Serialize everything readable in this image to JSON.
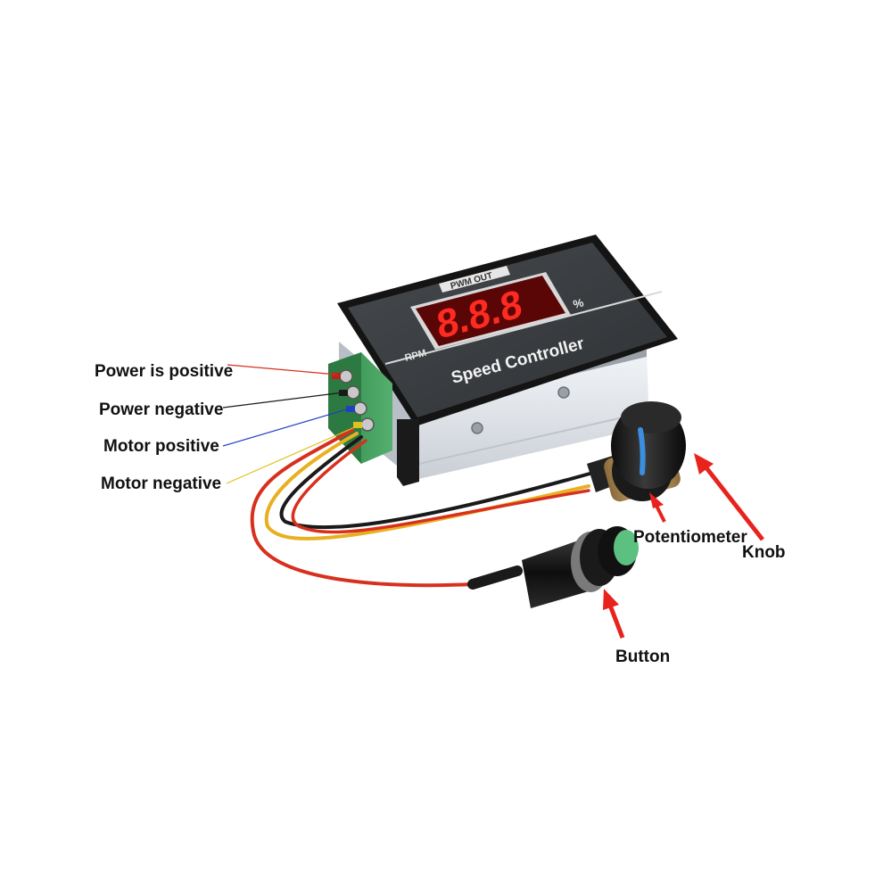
{
  "panel": {
    "pwm_label": "PWM OUT",
    "percent_symbol": "%",
    "rpm_label": "RPM",
    "title": "Speed Controller",
    "display_digits": "8.8.8"
  },
  "callouts": {
    "power_positive": "Power is positive",
    "power_negative": "Power negative",
    "motor_positive": "Motor positive",
    "motor_negative": "Motor negative",
    "potentiometer": "Potentiometer",
    "knob": "Knob",
    "button": "Button"
  },
  "colors": {
    "arrow": "#e8231e",
    "display_red": "#ff2a20",
    "terminal_green": "#3f9c5a",
    "wire_red": "#d8301e",
    "wire_yellow": "#e8b020",
    "wire_black": "#1a1a1a",
    "button_green": "#5cc080"
  }
}
